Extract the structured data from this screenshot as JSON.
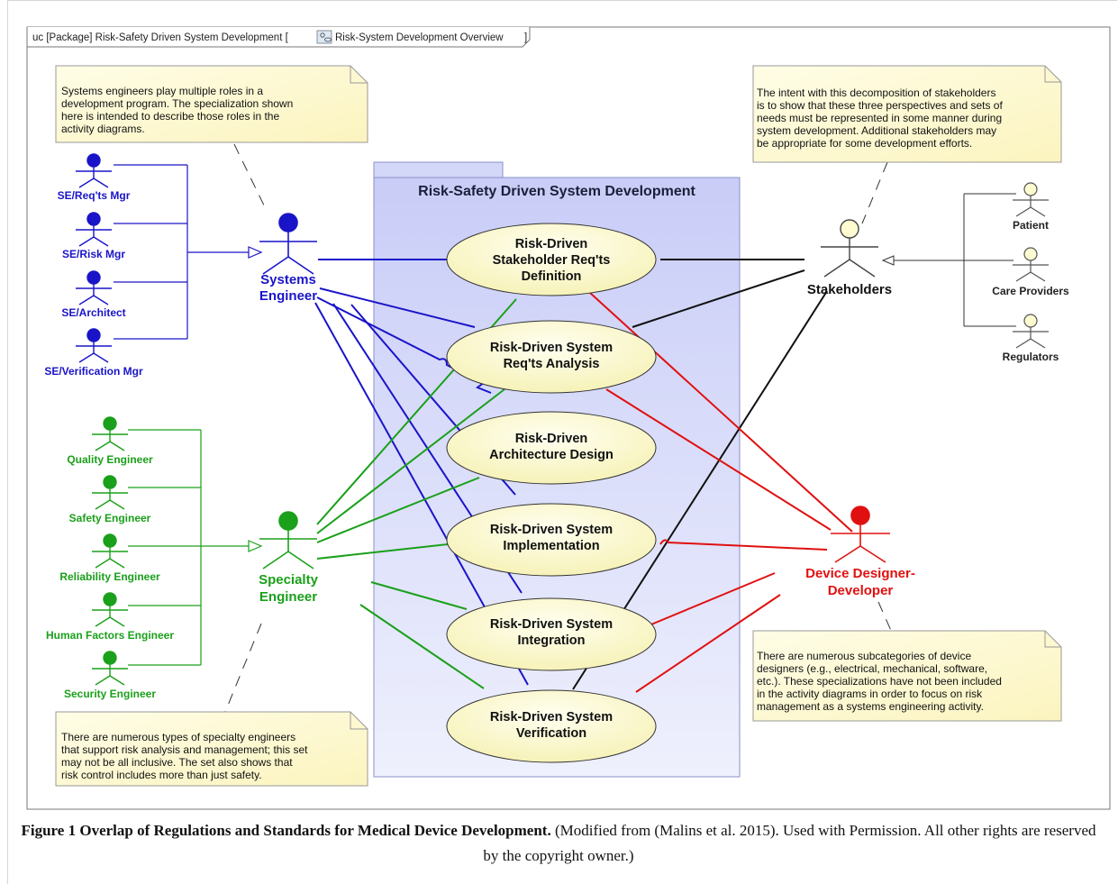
{
  "frame": {
    "header_prefix": "uc [Package] Risk-Safety Driven System Development [",
    "header_diagram_name": "Risk-System Development Overview",
    "header_suffix": "]"
  },
  "package": {
    "title": "Risk-Safety Driven System Development"
  },
  "use_cases": [
    {
      "id": "uc1",
      "lines": [
        "Risk-Driven",
        "Stakeholder Req'ts",
        "Definition"
      ]
    },
    {
      "id": "uc2",
      "lines": [
        "Risk-Driven System",
        "Req'ts Analysis"
      ]
    },
    {
      "id": "uc3",
      "lines": [
        "Risk-Driven",
        "Architecture Design"
      ]
    },
    {
      "id": "uc4",
      "lines": [
        "Risk-Driven System",
        "Implementation"
      ]
    },
    {
      "id": "uc5",
      "lines": [
        "Risk-Driven System",
        "Integration"
      ]
    },
    {
      "id": "uc6",
      "lines": [
        "Risk-Driven System",
        "Verification"
      ]
    }
  ],
  "actors": {
    "systems_engineer": {
      "lines": [
        "Systems",
        "Engineer"
      ],
      "color": "#1a14c8"
    },
    "specialty_engineer": {
      "lines": [
        "Specialty",
        "Engineer"
      ],
      "color": "#1aa01a"
    },
    "stakeholders": {
      "lines": [
        "Stakeholders"
      ],
      "color": "#111111"
    },
    "device_designer": {
      "lines": [
        "Device Designer-",
        "Developer"
      ],
      "color": "#e01010"
    },
    "se_roles": [
      "SE/Req'ts Mgr",
      "SE/Risk Mgr",
      "SE/Architect",
      "SE/Verification Mgr"
    ],
    "specialty_roles": [
      "Quality Engineer",
      "Safety Engineer",
      "Reliability Engineer",
      "Human Factors Engineer",
      "Security Engineer"
    ],
    "stakeholder_roles": [
      "Patient",
      "Care Providers",
      "Regulators"
    ]
  },
  "notes": {
    "se_note": [
      "Systems engineers play multiple roles in a",
      "development program.  The specialization shown",
      "here is intended to describe those roles in the",
      "activity diagrams."
    ],
    "stakeholder_note": [
      "The intent with this decomposition of stakeholders",
      "is to show that these three perspectives and sets of",
      "needs must be represented in some manner during",
      "system development.  Additional stakeholders may",
      "be appropriate for some development efforts."
    ],
    "specialty_note": [
      "There are numerous types of specialty engineers",
      "that support risk analysis and management; this set",
      "may not be all inclusive.  The set also shows that",
      "risk control includes more than just safety."
    ],
    "device_note": [
      "There are numerous subcategories of device",
      "designers (e.g., electrical, mechanical, software,",
      "etc.).  These specializations have not been included",
      "in the activity diagrams in order to focus on risk",
      "management as a systems engineering activity."
    ]
  },
  "colors": {
    "se_blue": "#1a14c8",
    "specialty_green": "#1aa01a",
    "designer_red": "#e01010",
    "stakeholder_black": "#111111",
    "package_fill": "#dfe2fb",
    "usecase_fill": "#fdfbd0",
    "note_fill": "#fefbd8"
  },
  "caption": {
    "bold": "Figure 1 Overlap of Regulations and Standards for Medical Device Development.",
    "normal": " (Modified from (Malins et al. 2015). Used with Permission. All other rights are reserved by the copyright owner.)"
  }
}
